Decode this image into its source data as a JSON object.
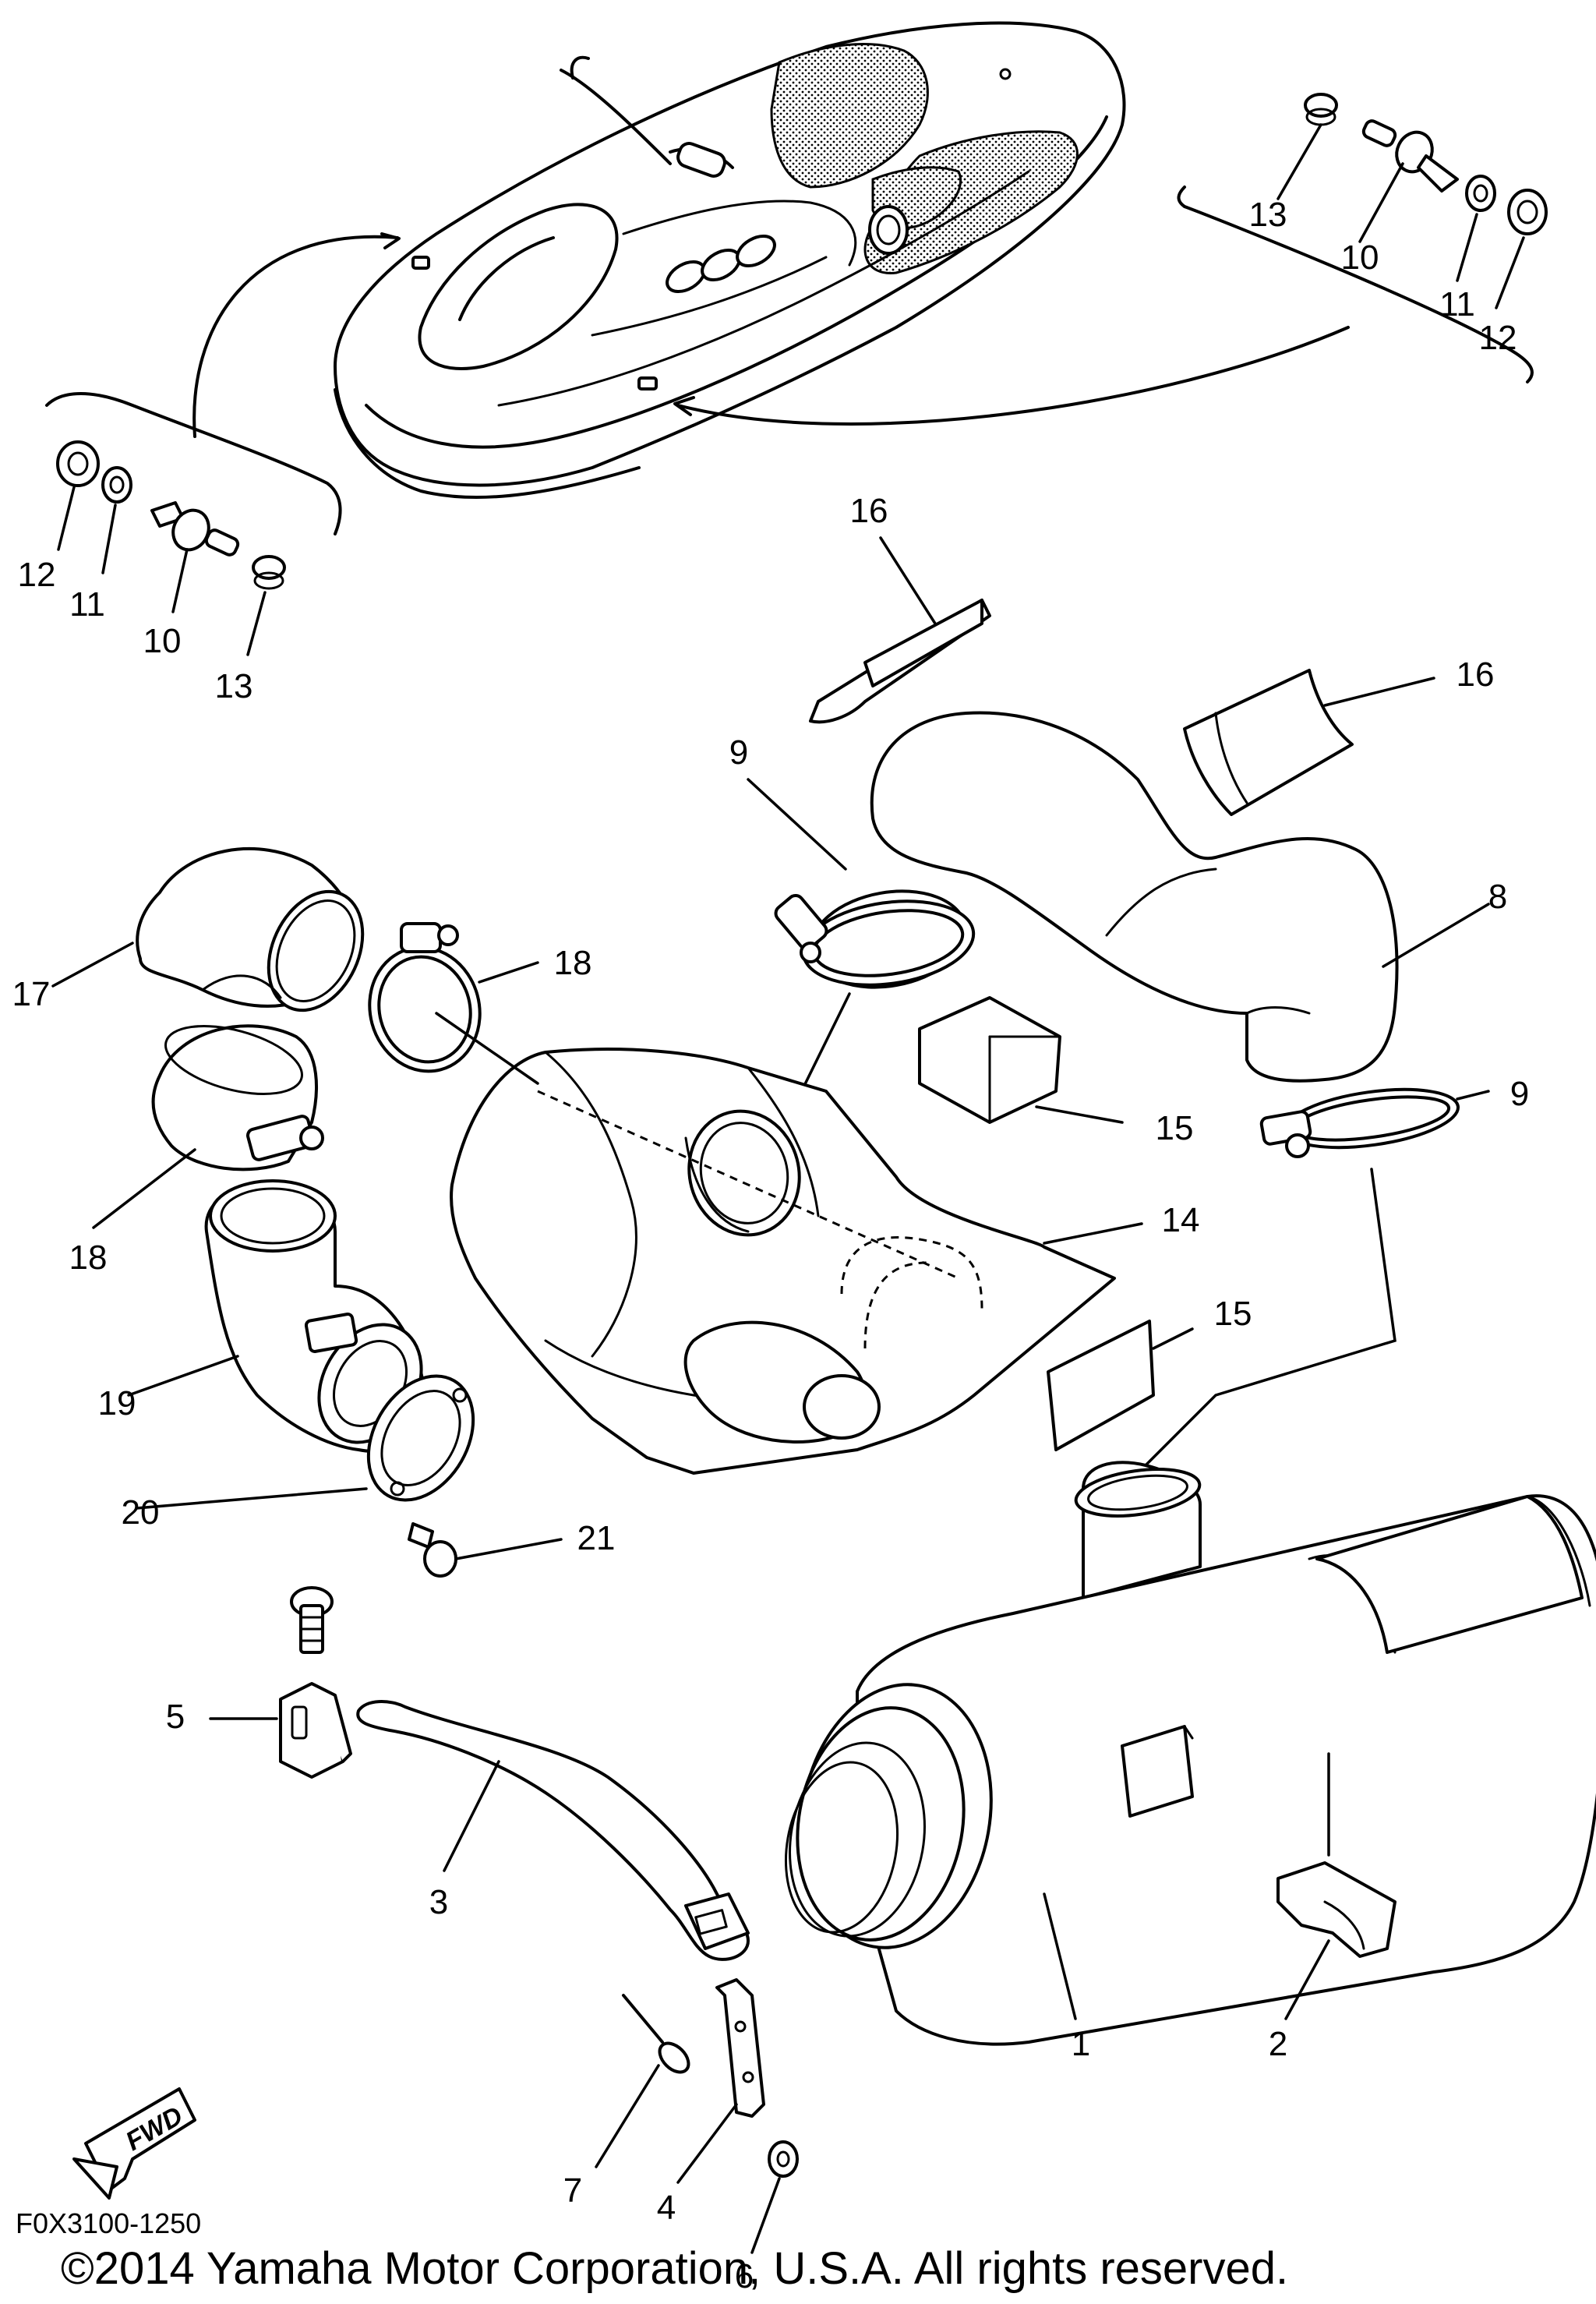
{
  "diagram": {
    "callouts": {
      "c1": "1",
      "c2": "2",
      "c3": "3",
      "c4": "4",
      "c5": "5",
      "c6": "6",
      "c7": "7",
      "c8": "8",
      "c9a": "9",
      "c9b": "9",
      "c10a": "10",
      "c10b": "10",
      "c11a": "11",
      "c11b": "11",
      "c12a": "12",
      "c12b": "12",
      "c13a": "13",
      "c13b": "13",
      "c14": "14",
      "c15a": "15",
      "c15b": "15",
      "c16a": "16",
      "c16b": "16",
      "c17": "17",
      "c18a": "18",
      "c18b": "18",
      "c19": "19",
      "c20": "20",
      "c21": "21"
    },
    "fwd_label": "FWD",
    "drawing_code": "F0X3100-1250",
    "copyright": "©2014 Yamaha Motor Corporation, U.S.A. All rights reserved."
  }
}
